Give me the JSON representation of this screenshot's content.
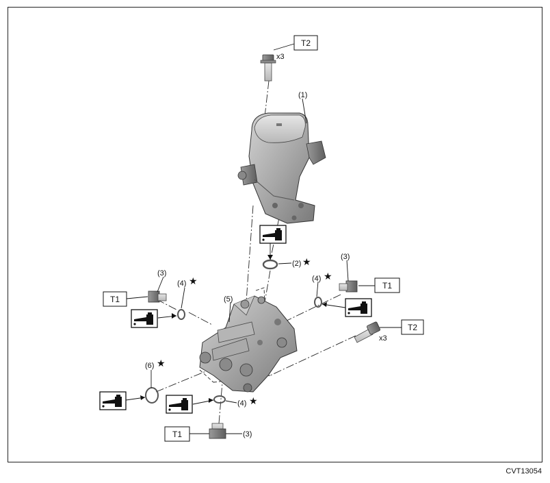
{
  "diagram_code": "CVT13054",
  "torque_boxes": {
    "top_bolt": "T2",
    "left_plug": "T1",
    "right_plug": "T1",
    "right_bolt": "T2",
    "bottom_plug": "T1"
  },
  "quantities": {
    "top_bolt": "x3",
    "right_bolt": "x3"
  },
  "callouts": {
    "part1": "(1)",
    "part2": "(2)",
    "part3_left": "(3)",
    "part3_right": "(3)",
    "part3_bottom": "(3)",
    "part4_left": "(4)",
    "part4_right": "(4)",
    "part4_bottom": "(4)",
    "part5": "(5)",
    "part6": "(6)"
  },
  "star_symbol": "★",
  "icons": [
    "oil-can-icon"
  ]
}
